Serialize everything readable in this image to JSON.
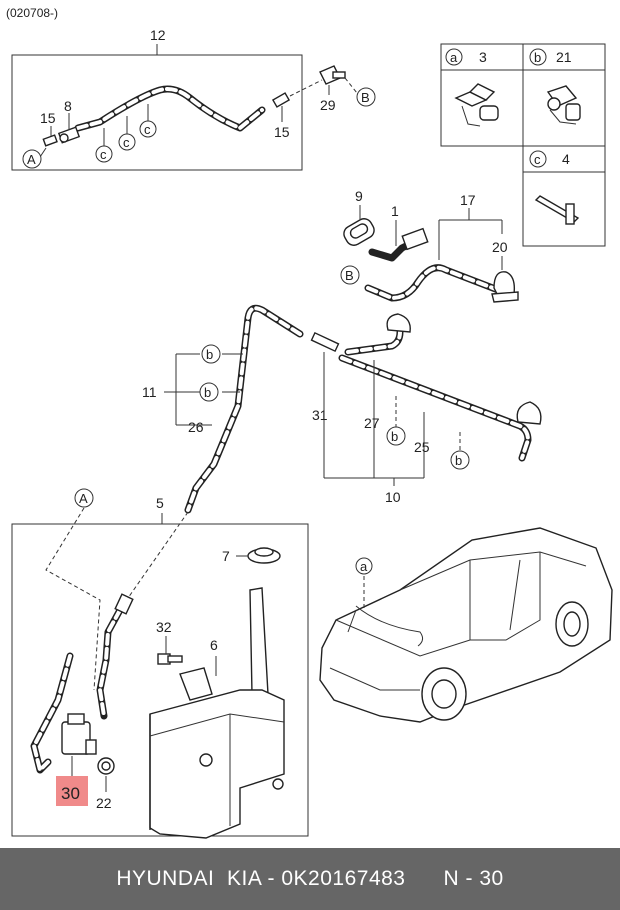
{
  "header": {
    "code": "(020708-)"
  },
  "callouts": {
    "n12": "12",
    "n8": "8",
    "n15a": "15",
    "n15b": "15",
    "n29": "29",
    "n9": "9",
    "n1": "1",
    "n17": "17",
    "n20": "20",
    "n11": "11",
    "n26": "26",
    "n31": "31",
    "n27": "27",
    "n25": "25",
    "n10": "10",
    "n5": "5",
    "n7": "7",
    "n6": "6",
    "n32": "32",
    "n30": "30",
    "n22": "22"
  },
  "refs": {
    "A": "A",
    "B": "B",
    "a": "a",
    "b": "b",
    "c": "c"
  },
  "legend": {
    "a": {
      "letter": "a",
      "part": "3"
    },
    "b": {
      "letter": "b",
      "part": "21"
    },
    "c": {
      "letter": "c",
      "part": "4"
    }
  },
  "highlight": {
    "part": "30",
    "color": "#f08a8a"
  },
  "footer": {
    "text": "HYUNDAI  KIA - 0K20167483      N - 30"
  }
}
